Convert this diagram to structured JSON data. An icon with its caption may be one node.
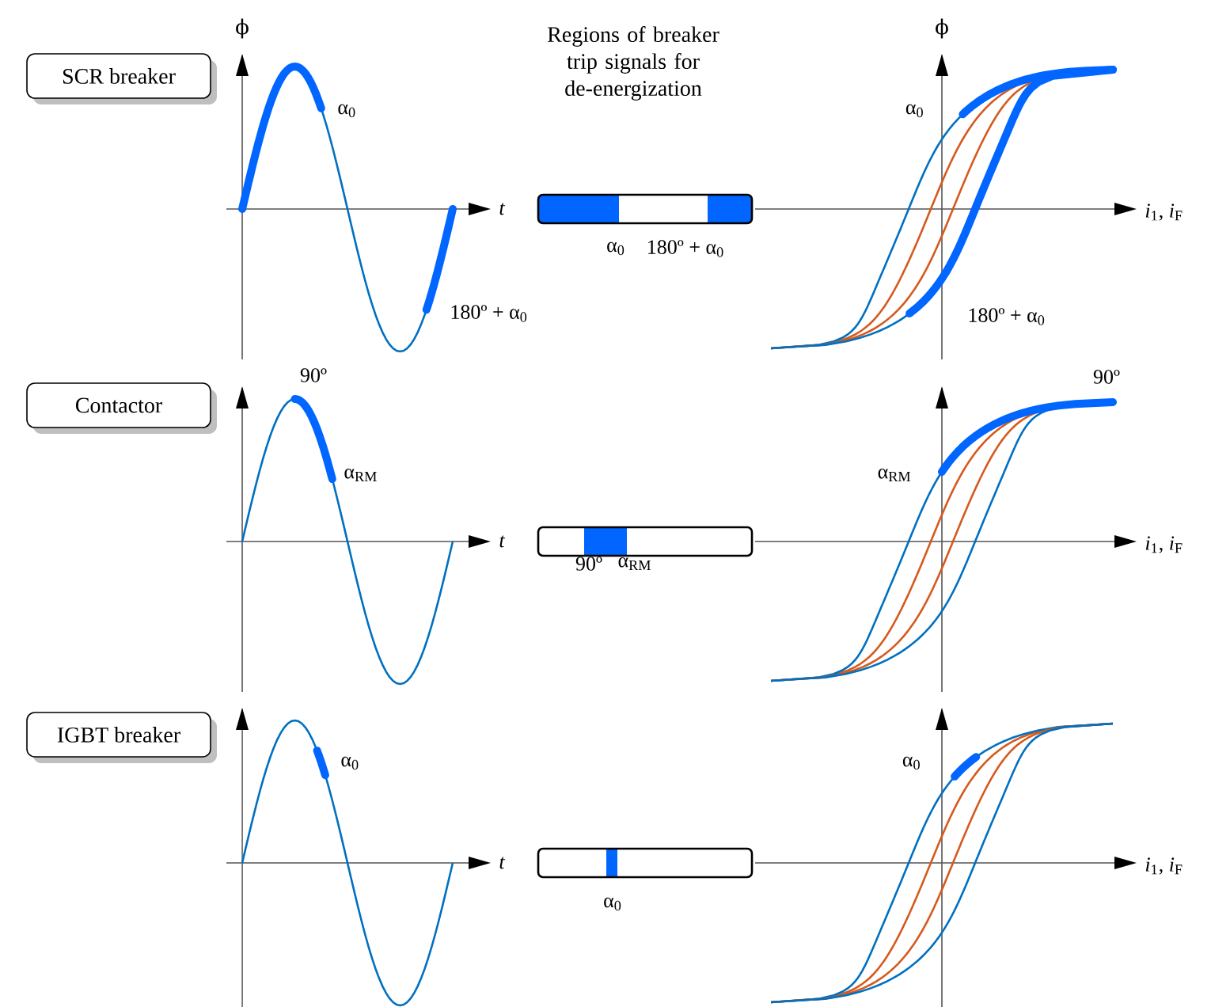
{
  "diagram": {
    "nodes": [
      {
        "text": [
          "SCR breaker"
        ]
      },
      {
        "text": [
          "Contactor"
        ]
      },
      {
        "text": [
          "IGBT breaker"
        ]
      }
    ],
    "labels": [
      "ϕ",
      "Regions of breaker trip signals for de-energization",
      "ϕ",
      "α$_{0}$",
      "α$_{0}$",
      "t",
      "α$_{0}$",
      "180º + α$_{0}$",
      "*i*$_{1}$, *i*$_{F}$",
      "180º + α$_{0}$",
      "180º + α$_{0}$",
      "90º",
      "90º",
      "α$_{RM}$",
      "α$_{RM}$",
      "t",
      "90º",
      "α$_{RM}$",
      "*i*$_{1}$, *i*$_{F}$",
      "α$_{0}$",
      "α$_{0}$",
      "t",
      "*i*$_{1}$, *i*$_{F}$",
      "α$_{0}$"
    ]
  }
}
